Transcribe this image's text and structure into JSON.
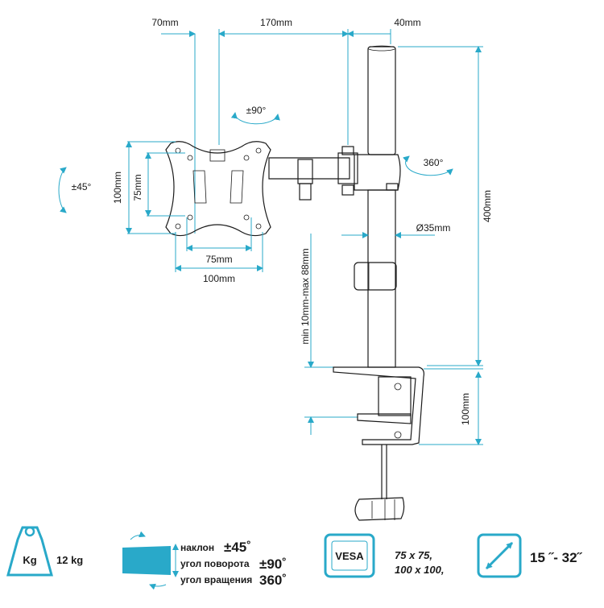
{
  "dimensions": {
    "top_70": "70mm",
    "top_170": "170mm",
    "top_40": "40mm",
    "tilt_90": "±90°",
    "rot_360": "360°",
    "tilt_45": "±45°",
    "vesa_h_100": "100mm",
    "vesa_h_75": "75mm",
    "vesa_w_75": "75mm",
    "vesa_w_100": "100mm",
    "pole_dia": "Ø35mm",
    "pole_height": "400mm",
    "clamp_range": "min 10mm-max 88mm",
    "clamp_height": "100mm"
  },
  "specs": {
    "weight_icon": "Kg",
    "weight": "12 kg",
    "tilt_label": "наклон",
    "tilt_value": "±45˚",
    "swivel_label": "угол поворота",
    "swivel_value": "±90˚",
    "rotation_label": "угол вращения",
    "rotation_value": "360˚",
    "vesa_badge": "VESA",
    "vesa_line1": "75 x 75,",
    "vesa_line2": "100 x 100,",
    "screen_size": "15 ˝- 32˝"
  },
  "colors": {
    "accent": "#29a9c9",
    "line": "#1a1a1a"
  }
}
